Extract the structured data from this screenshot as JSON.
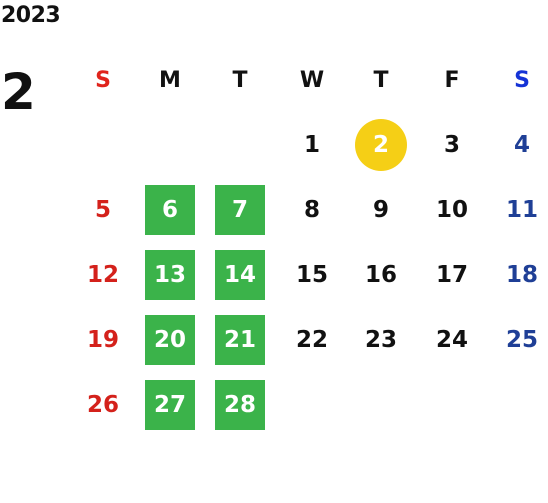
{
  "calendar": {
    "year": "2023",
    "month": "2",
    "weekdays": [
      "S",
      "M",
      "T",
      "W",
      "T",
      "F",
      "S"
    ],
    "weeks": [
      [
        "",
        "",
        "",
        "1",
        "2",
        "3",
        "4"
      ],
      [
        "5",
        "6",
        "7",
        "8",
        "9",
        "10",
        "11"
      ],
      [
        "12",
        "13",
        "14",
        "15",
        "16",
        "17",
        "18"
      ],
      [
        "19",
        "20",
        "21",
        "22",
        "23",
        "24",
        "25"
      ],
      [
        "26",
        "27",
        "28",
        "",
        "",
        "",
        ""
      ]
    ],
    "highlight_today": "2",
    "highlighted_days": [
      "6",
      "7",
      "13",
      "14",
      "20",
      "21",
      "27",
      "28"
    ],
    "colors": {
      "sunday": "#e0241c",
      "saturday": "#1533d6",
      "highlight_green": "#3bb34a",
      "today_yellow": "#f5cf16"
    }
  }
}
